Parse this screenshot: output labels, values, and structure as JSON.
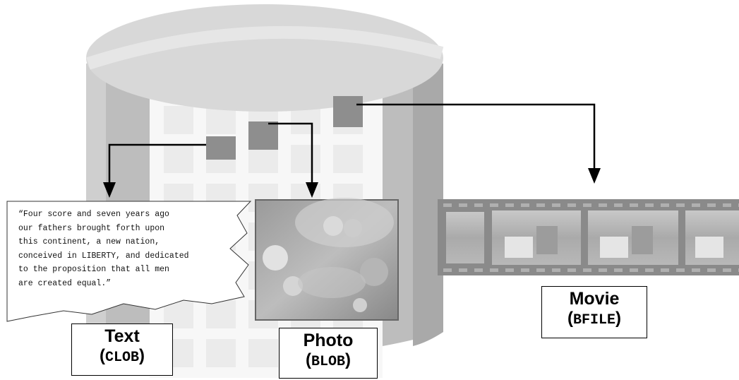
{
  "quote_lines": [
    "“Four score and seven years ago",
    "our fathers brought forth upon",
    "this continent, a new nation,",
    "conceived in LIBERTY, and dedicated",
    "to the proposition that all men",
    "are created equal.”"
  ],
  "labels": {
    "text": {
      "title": "Text",
      "type": "CLOB"
    },
    "photo": {
      "title": "Photo",
      "type": "BLOB"
    },
    "movie": {
      "title": "Movie",
      "type": "BFILE"
    }
  },
  "colors": {
    "cylinder_top": "#d8d8d8",
    "cylinder_side": "#bdbdbd",
    "grid_cell": "#ebebeb",
    "highlight_cell": "#8e8e8e",
    "film": "#8a8a8a",
    "arrow": "#000000"
  }
}
